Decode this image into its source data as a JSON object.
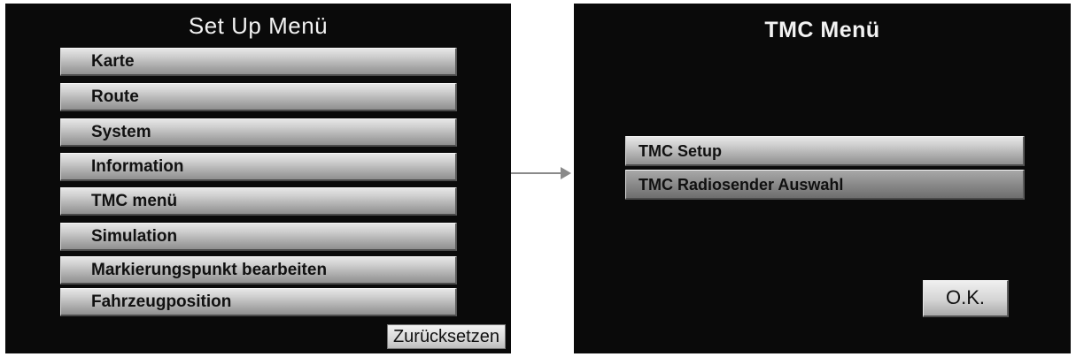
{
  "setup_menu": {
    "title": "Set Up Menü",
    "items": [
      {
        "label": "Karte"
      },
      {
        "label": "Route"
      },
      {
        "label": "System"
      },
      {
        "label": "Information"
      },
      {
        "label": "TMC menü"
      },
      {
        "label": "Simulation"
      },
      {
        "label": "Markierungspunkt  bearbeiten"
      },
      {
        "label": "Fahrzeugposition"
      }
    ],
    "reset_label": "Zurücksetzen"
  },
  "tmc_menu": {
    "title": "TMC Menü",
    "items": [
      {
        "label": "TMC Setup"
      },
      {
        "label": "TMC Radiosender Auswahl"
      }
    ],
    "ok_label": "O.K."
  },
  "colors": {
    "screen_bg": "#0a0a0a",
    "title_text": "#f2f2f2",
    "button_light": "#e6e6e6",
    "button_dark": "#8f8f8f",
    "arrow": "#8a8a8a"
  }
}
